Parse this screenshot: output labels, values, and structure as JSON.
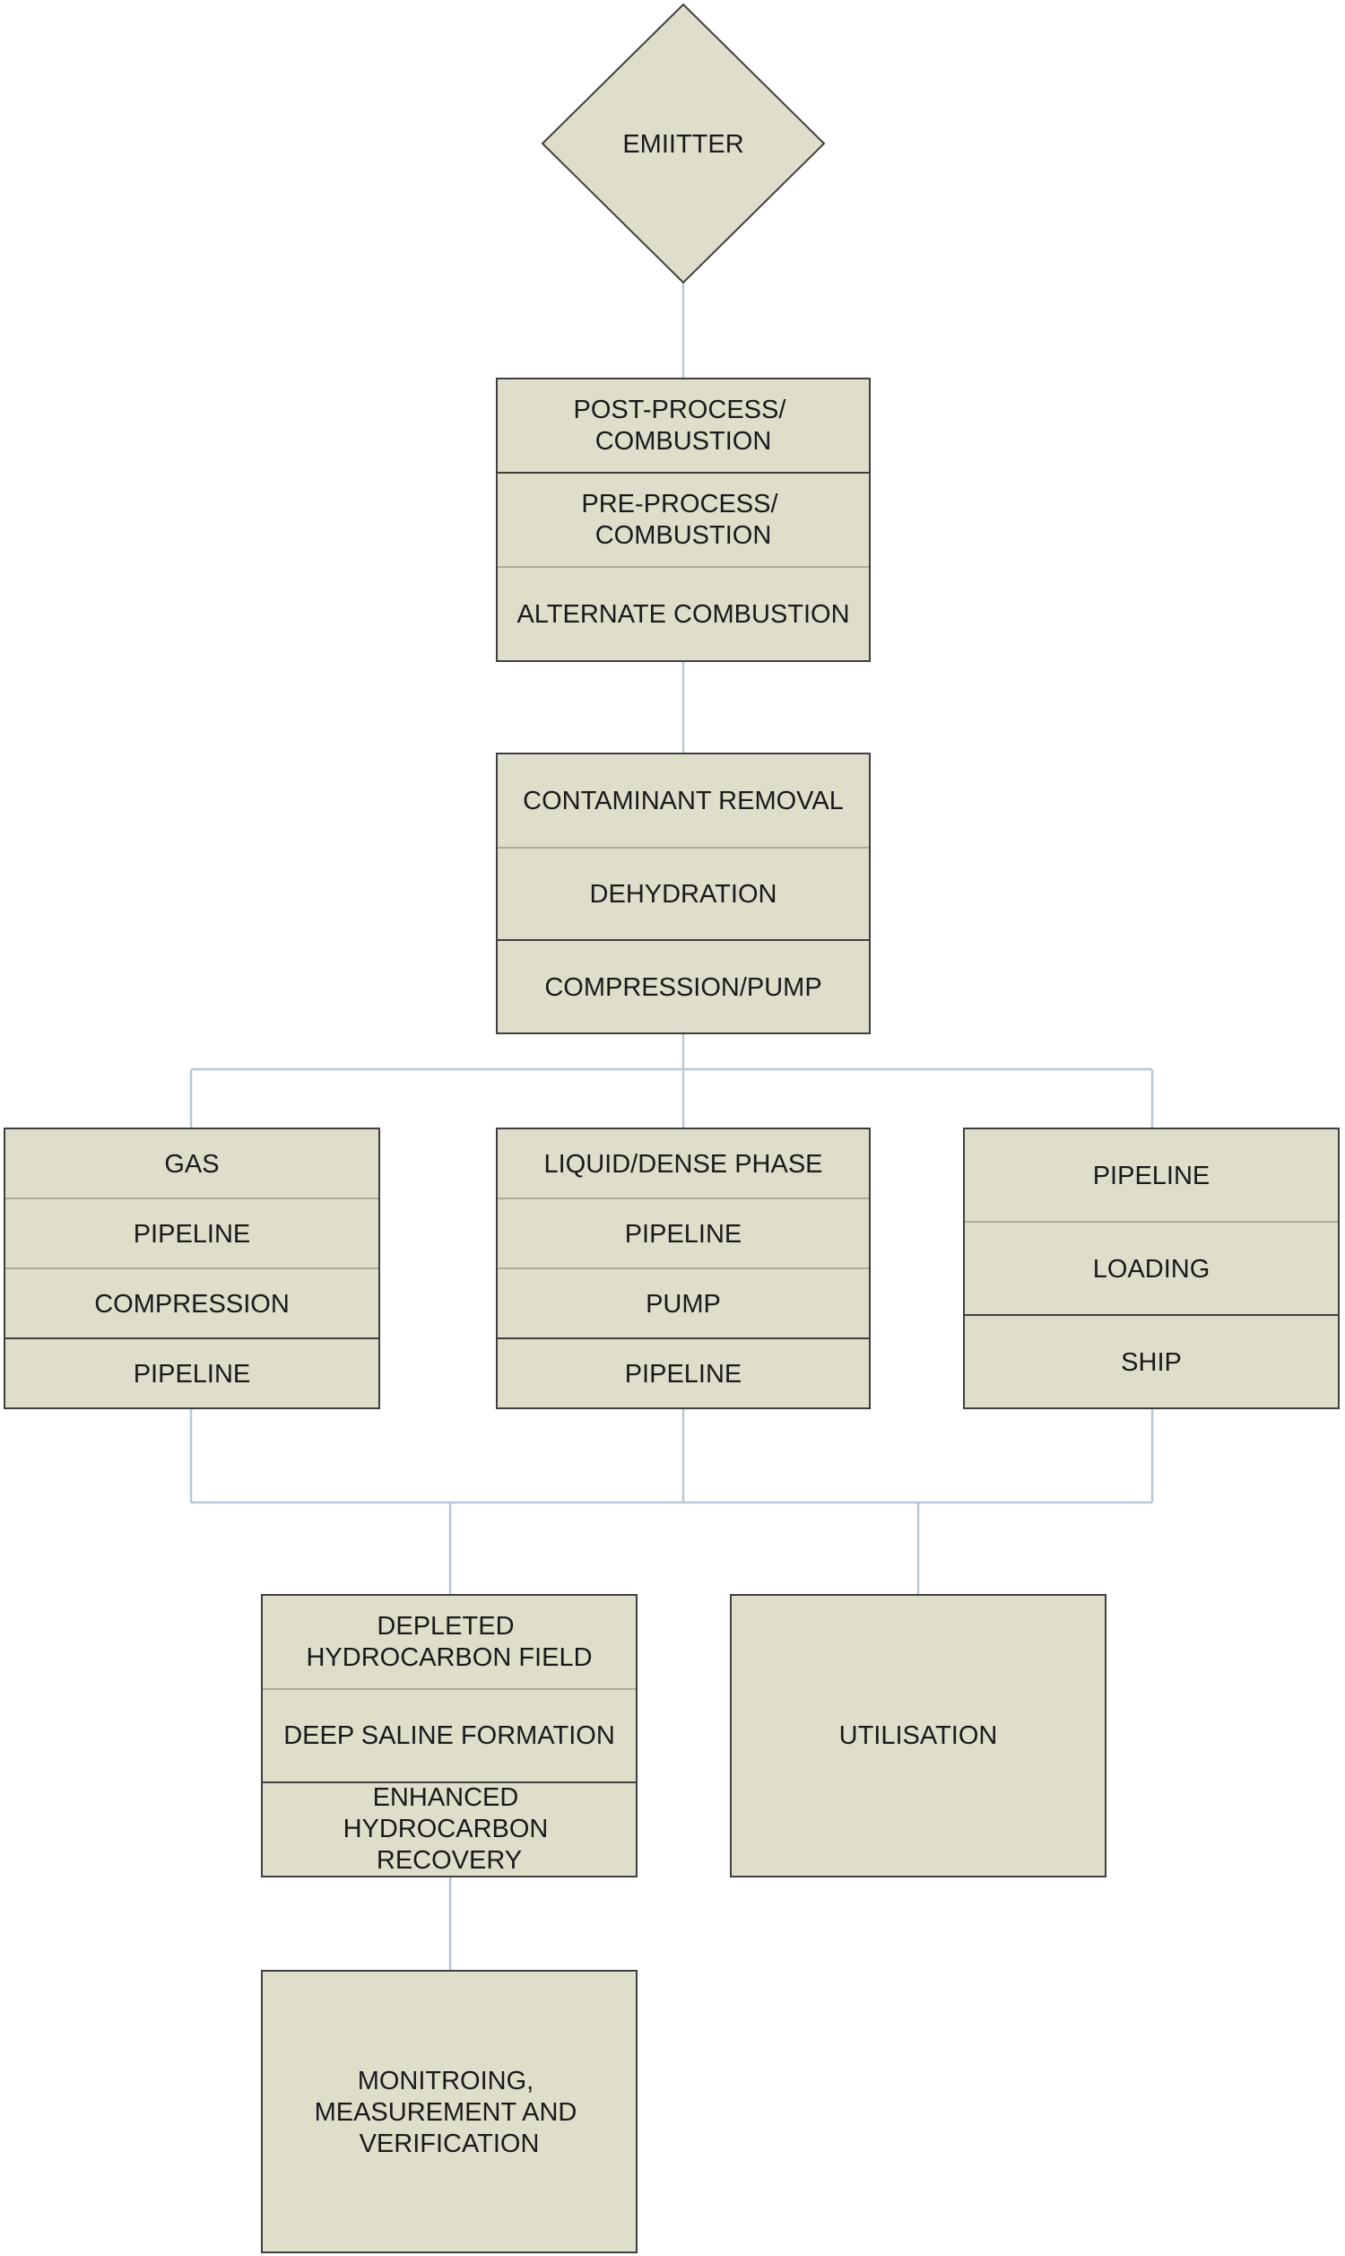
{
  "emitter": {
    "label": "EMIITTER"
  },
  "capture": {
    "rows": [
      [
        "POST-PROCESS/",
        "COMBUSTION"
      ],
      [
        "PRE-PROCESS/",
        "COMBUSTION"
      ],
      [
        "ALTERNATE COMBUSTION"
      ]
    ]
  },
  "conditioning": {
    "rows": [
      [
        "CONTAMINANT REMOVAL"
      ],
      [
        "DEHYDRATION"
      ],
      [
        "COMPRESSION/PUMP"
      ]
    ]
  },
  "transport_gas": {
    "rows": [
      [
        "GAS"
      ],
      [
        "PIPELINE"
      ],
      [
        "COMPRESSION"
      ],
      [
        "PIPELINE"
      ]
    ]
  },
  "transport_liquid": {
    "rows": [
      [
        "LIQUID/DENSE PHASE"
      ],
      [
        "PIPELINE"
      ],
      [
        "PUMP"
      ],
      [
        "PIPELINE"
      ]
    ]
  },
  "transport_ship": {
    "rows": [
      [
        "PIPELINE"
      ],
      [
        "LOADING"
      ],
      [
        "SHIP"
      ]
    ]
  },
  "storage": {
    "rows": [
      [
        "DEPLETED",
        "HYDROCARBON FIELD"
      ],
      [
        "DEEP SALINE FORMATION"
      ],
      [
        "ENHANCED",
        "HYDROCARBON",
        "RECOVERY"
      ]
    ]
  },
  "utilisation": {
    "lines": [
      "UTILISATION"
    ]
  },
  "mmv": {
    "lines": [
      "MONITROING,",
      "MEASUREMENT AND",
      "VERIFICATION"
    ]
  }
}
